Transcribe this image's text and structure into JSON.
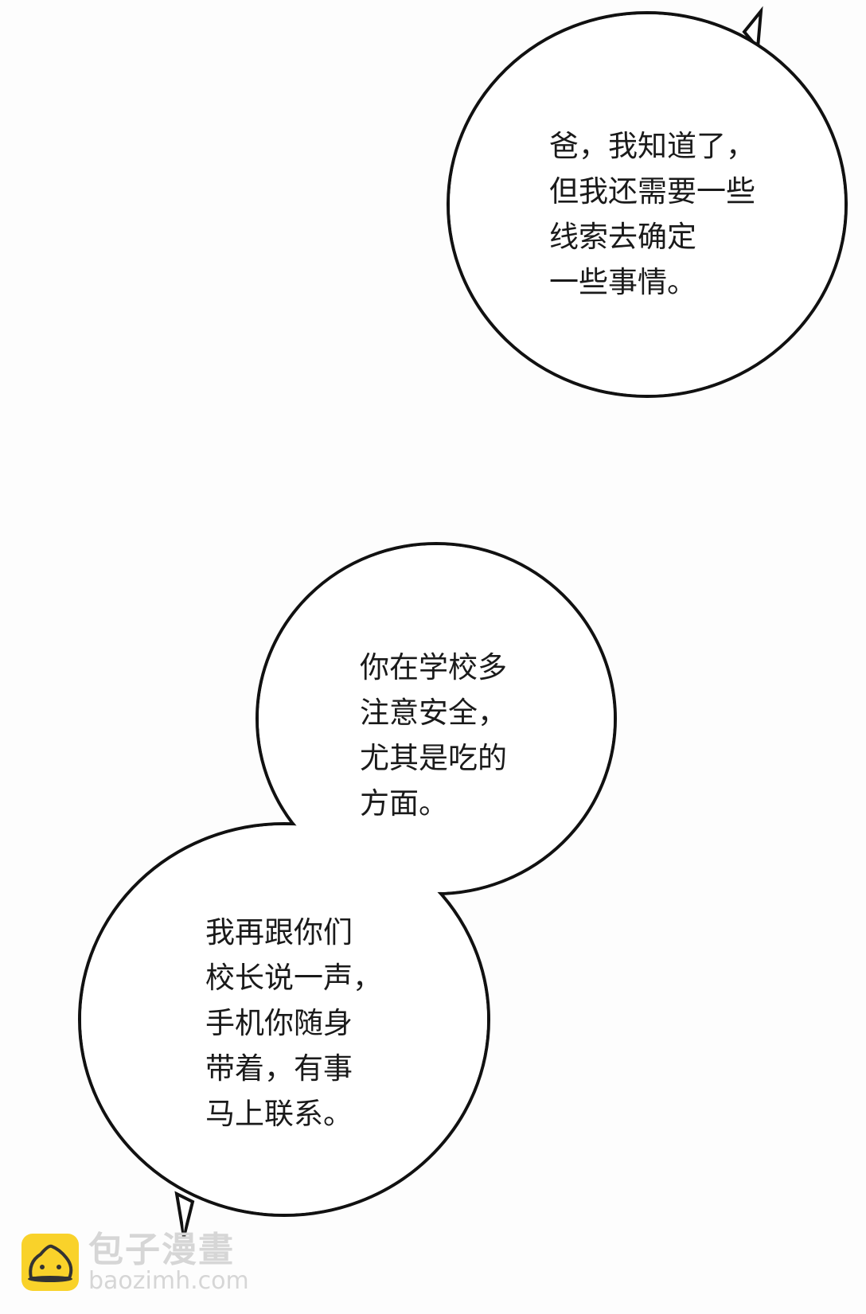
{
  "bubbles": [
    {
      "lines": [
        "爸，我知道了，",
        "但我还需要一些",
        "线索去确定",
        "一些事情。"
      ]
    },
    {
      "lines": [
        "你在学校多",
        "注意安全，",
        "尤其是吃的",
        "方面。"
      ]
    },
    {
      "lines": [
        "我再跟你们",
        "校长说一声，",
        "手机你随身",
        "带着，有事",
        "马上联系。"
      ]
    }
  ],
  "watermark": {
    "name": "包子漫畫",
    "domain": "baozimh.com",
    "logo_color": "#f9d22a"
  }
}
